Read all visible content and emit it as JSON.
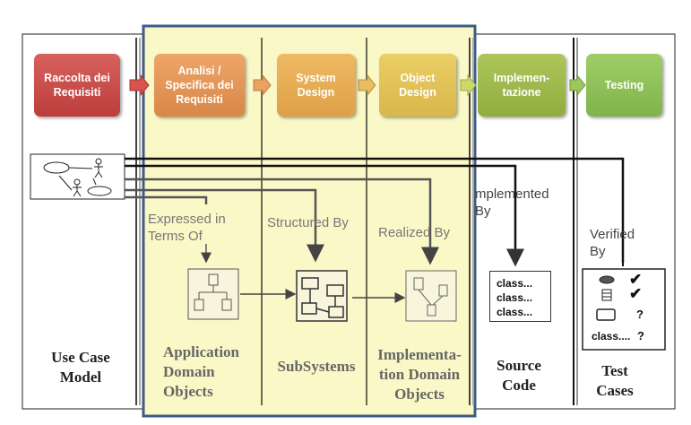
{
  "phases": [
    {
      "label": "Raccolta dei\nRequisiti",
      "color": "#c9504f"
    },
    {
      "label": "Analisi /\nSpecifica dei\nRequisiti",
      "color": "#e2965a"
    },
    {
      "label": "System\nDesign",
      "color": "#e5ad55"
    },
    {
      "label": "Object\nDesign",
      "color": "#e1c259"
    },
    {
      "label": "Implemen-\ntazione",
      "color": "#9cb84c"
    },
    {
      "label": "Testing",
      "color": "#8fc158"
    }
  ],
  "relations": {
    "expressed": "Expressed in\nTerms Of",
    "structured": "Structured By",
    "realized": "Realized By",
    "implemented": "mplemented\nBy",
    "verified": "Verified\nBy"
  },
  "models": {
    "use_case": "Use Case\nModel",
    "application": "Application\nDomain\nObjects",
    "subsystems": "SubSystems",
    "implementation": "Implementa-\ntion Domain\nObjects",
    "source": "Source\nCode",
    "test": "Test\nCases"
  },
  "source_code": "class...\nclass...\nclass...",
  "test_cases": {
    "checks": [
      "✔",
      "✔",
      "?",
      "?"
    ],
    "last_line": "class...."
  },
  "colors": {
    "highlight": "#fbf8c7",
    "frame": "#3d5c86",
    "lines": "#111111"
  }
}
